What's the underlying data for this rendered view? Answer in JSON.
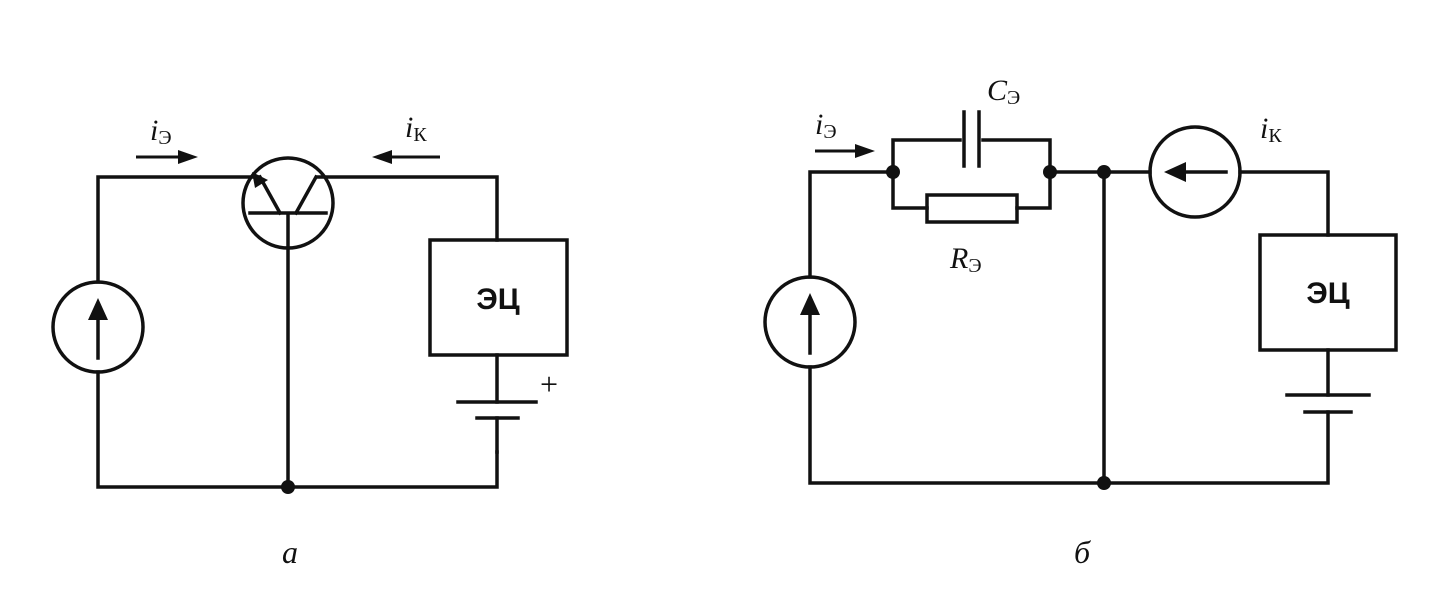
{
  "figure_a": {
    "emitter_current": {
      "symbol": "i",
      "subscript": "Э"
    },
    "collector_current": {
      "symbol": "i",
      "subscript": "К"
    },
    "block_label": "ЭЦ",
    "battery_polarity": "+",
    "caption": "а"
  },
  "figure_b": {
    "emitter_current": {
      "symbol": "i",
      "subscript": "Э"
    },
    "collector_current": {
      "symbol": "i",
      "subscript": "К"
    },
    "capacitor": {
      "symbol": "C",
      "subscript": "Э"
    },
    "resistor": {
      "symbol": "R",
      "subscript": "Э"
    },
    "block_label": "ЭЦ",
    "caption": "б"
  }
}
